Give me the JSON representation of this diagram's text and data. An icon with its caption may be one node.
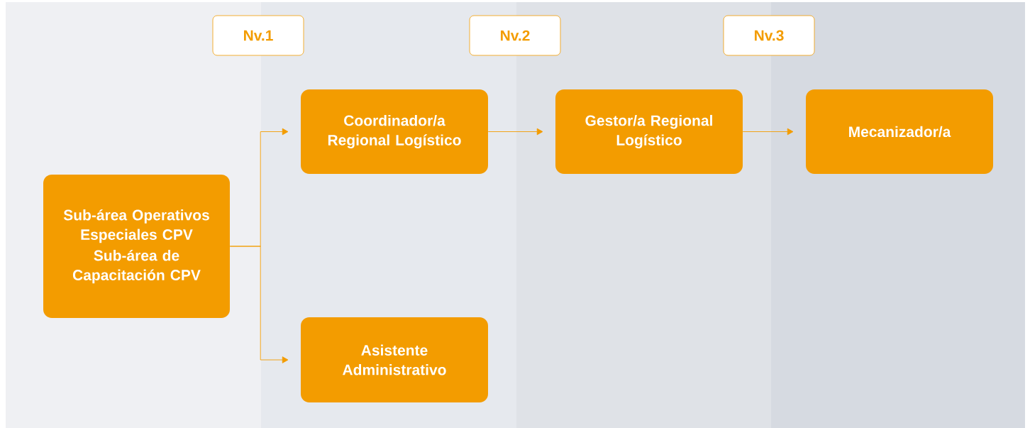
{
  "diagram": {
    "nodes": [
      {
        "text": [
          "Nv.1"
        ]
      },
      {
        "text": [
          "Nv.2"
        ]
      },
      {
        "text": [
          "Nv.3"
        ]
      },
      {
        "text": [
          "Sub-área Operativos Especiales CPV",
          "Sub-área de Capacitación CPV"
        ]
      },
      {
        "text": [
          "Coordinador/a Regional Logístico"
        ]
      },
      {
        "text": [
          "Gestor/a Regional Logístico"
        ]
      },
      {
        "text": [
          "Mecanizador/a"
        ]
      },
      {
        "text": [
          "Asistente Administrativo"
        ]
      }
    ],
    "edges": [
      {
        "from": 3,
        "to": 4,
        "arrow": "to"
      },
      {
        "from": 3,
        "to": 7,
        "arrow": "to"
      },
      {
        "from": 4,
        "to": 5,
        "arrow": "to"
      },
      {
        "from": 5,
        "to": 6,
        "arrow": "to"
      }
    ]
  }
}
